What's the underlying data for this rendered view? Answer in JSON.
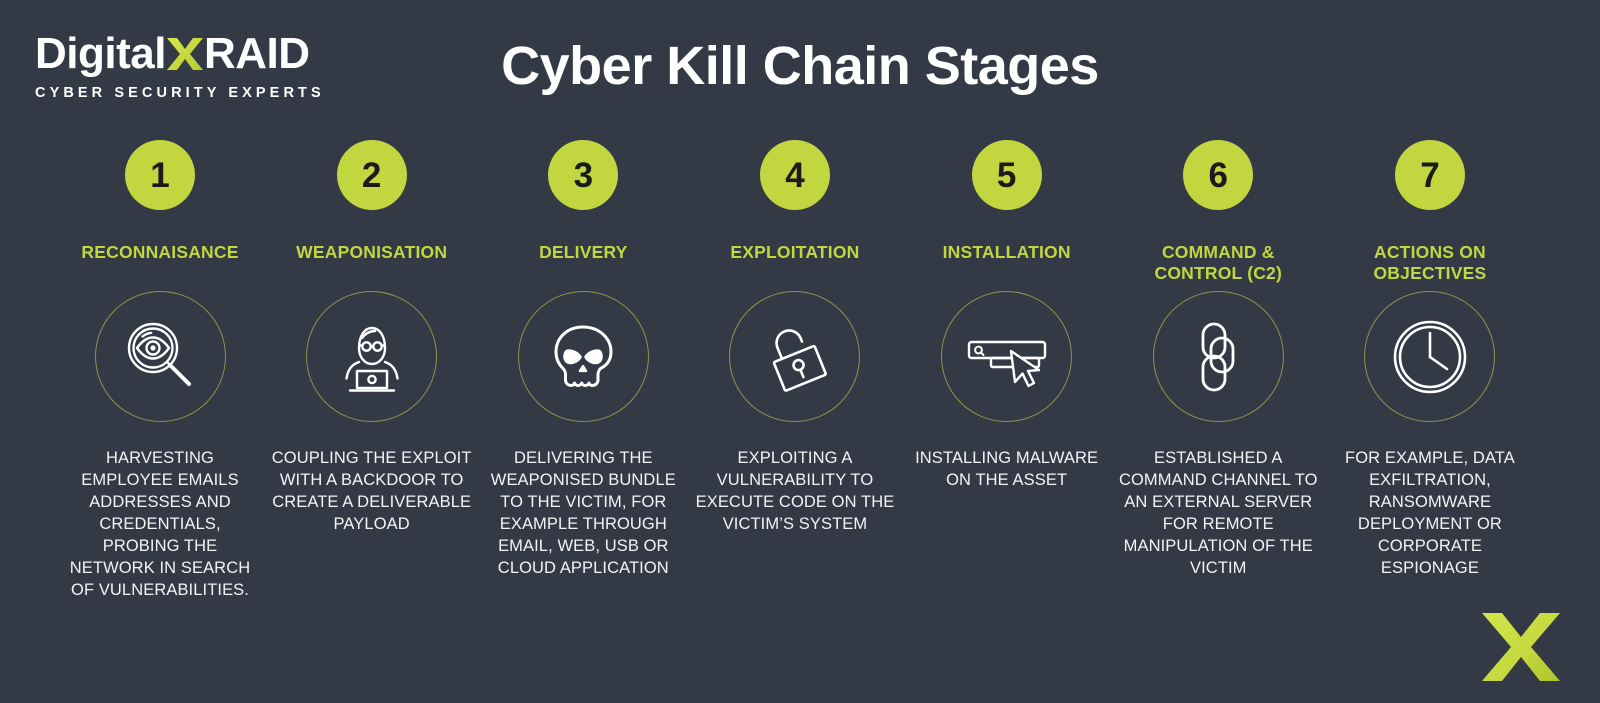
{
  "brand": {
    "name_part1": "Digital",
    "name_x": "X",
    "name_part2": "RAID",
    "tagline": "CYBER SECURITY EXPERTS",
    "accent_color": "#c2d63f",
    "background_color": "#333a45",
    "text_color": "#ffffff"
  },
  "header": {
    "title": "Cyber Kill Chain Stages"
  },
  "stages": [
    {
      "number": "1",
      "label": "RECONNAISANCE",
      "icon": "magnifier-eye-icon",
      "description": "HARVESTING EMPLOYEE EMAILS ADDRESSES AND CREDENTIALS, PROBING THE NETWORK IN SEARCH OF VULNERABILITIES."
    },
    {
      "number": "2",
      "label": "WEAPONISATION",
      "icon": "hacker-laptop-icon",
      "description": "COUPLING THE EXPLOIT WITH A BACKDOOR TO CREATE A DELIVERABLE PAYLOAD"
    },
    {
      "number": "3",
      "label": "DELIVERY",
      "icon": "skull-icon",
      "description": "DELIVERING THE WEAPONISED BUNDLE TO THE VICTIM, FOR EXAMPLE THROUGH EMAIL, WEB, USB OR CLOUD APPLICATION"
    },
    {
      "number": "4",
      "label": "EXPLOITATION",
      "icon": "open-padlock-icon",
      "description": "EXPLOITING A VULNERABILITY TO EXECUTE CODE ON THE VICTIM’S SYSTEM"
    },
    {
      "number": "5",
      "label": "INSTALLATION",
      "icon": "search-bar-cursor-icon",
      "description": "INSTALLING MALWARE ON THE ASSET"
    },
    {
      "number": "6",
      "label": "COMMAND & CONTROL (C2)",
      "icon": "chain-link-icon",
      "description": "ESTABLISHED A COMMAND CHANNEL TO AN EXTERNAL SERVER FOR REMOTE MANIPULATION OF THE VICTIM"
    },
    {
      "number": "7",
      "label": "ACTIONS ON OBJECTIVES",
      "icon": "clock-icon",
      "description": "FOR EXAMPLE, DATA EXFILTRATION, RANSOMWARE DEPLOYMENT OR CORPORATE ESPIONAGE"
    }
  ],
  "footer": {
    "corner_mark": "x-logo-mark"
  }
}
